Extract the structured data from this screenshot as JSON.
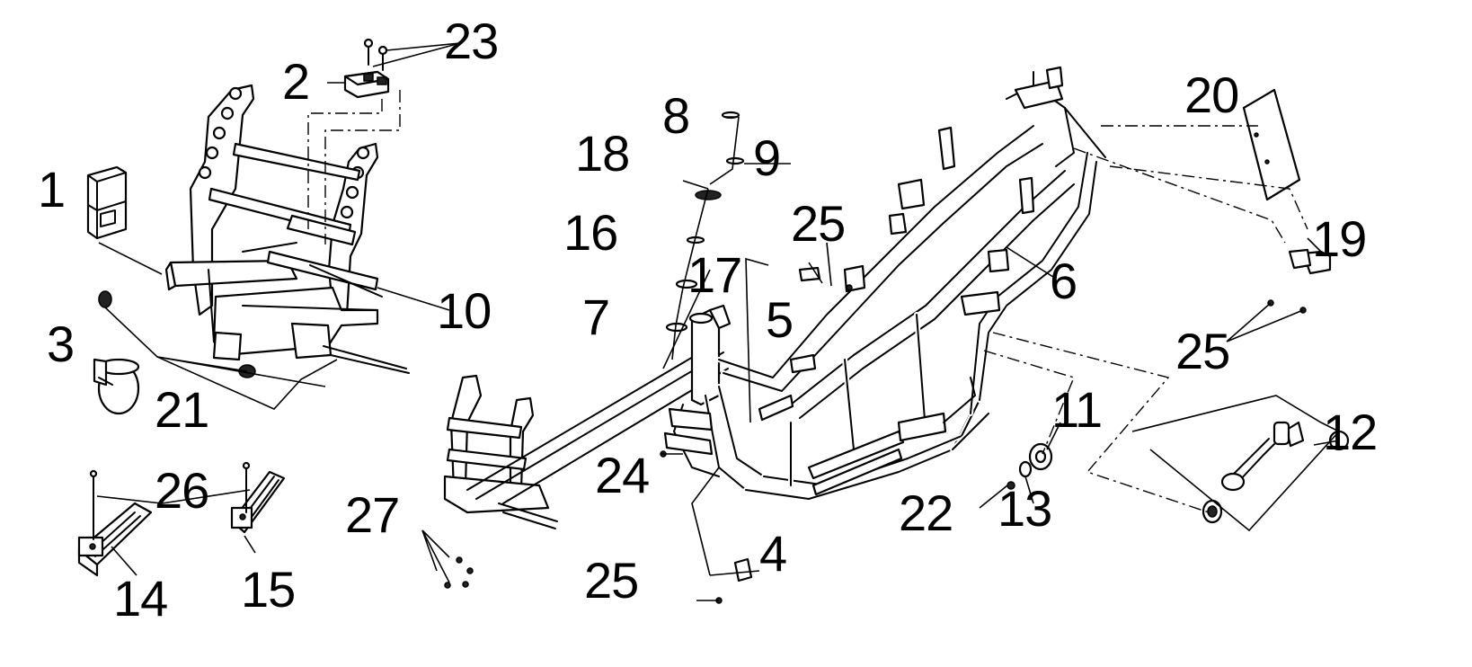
{
  "diagram": {
    "type": "exploded-parts-diagram",
    "callouts": [
      {
        "id": "c1",
        "label": "1"
      },
      {
        "id": "c2",
        "label": "2"
      },
      {
        "id": "c3",
        "label": "3"
      },
      {
        "id": "c4",
        "label": "4"
      },
      {
        "id": "c5",
        "label": "5"
      },
      {
        "id": "c6",
        "label": "6"
      },
      {
        "id": "c7",
        "label": "7"
      },
      {
        "id": "c8",
        "label": "8"
      },
      {
        "id": "c9",
        "label": "9"
      },
      {
        "id": "c10",
        "label": "10"
      },
      {
        "id": "c11",
        "label": "11"
      },
      {
        "id": "c12",
        "label": "12"
      },
      {
        "id": "c13",
        "label": "13"
      },
      {
        "id": "c14",
        "label": "14"
      },
      {
        "id": "c15",
        "label": "15"
      },
      {
        "id": "c16",
        "label": "16"
      },
      {
        "id": "c17",
        "label": "17"
      },
      {
        "id": "c18",
        "label": "18"
      },
      {
        "id": "c19",
        "label": "19"
      },
      {
        "id": "c20",
        "label": "20"
      },
      {
        "id": "c21",
        "label": "21"
      },
      {
        "id": "c22",
        "label": "22"
      },
      {
        "id": "c23",
        "label": "23"
      },
      {
        "id": "c24",
        "label": "24"
      },
      {
        "id": "c25a",
        "label": "25"
      },
      {
        "id": "c25b",
        "label": "25"
      },
      {
        "id": "c25c",
        "label": "25"
      },
      {
        "id": "c26",
        "label": "26"
      },
      {
        "id": "c27",
        "label": "27"
      }
    ]
  }
}
